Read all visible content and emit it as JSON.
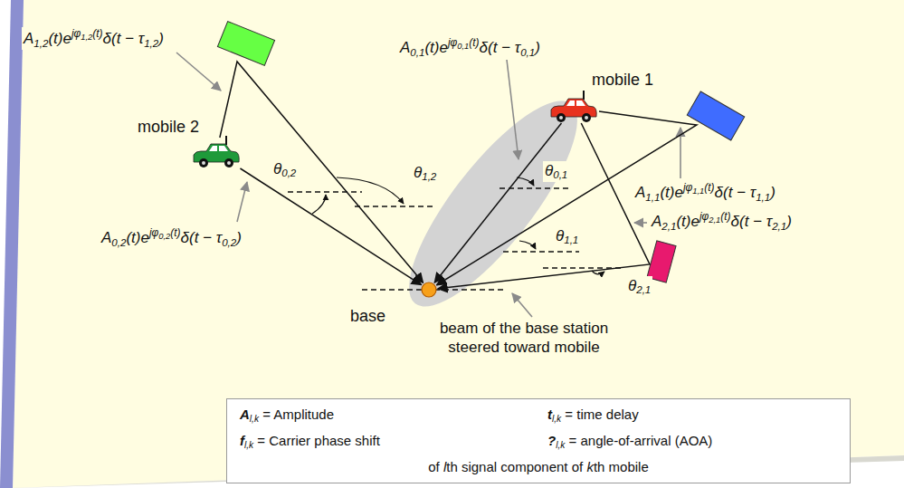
{
  "diagram": {
    "nodes": [
      {
        "text": [
          "mobile 2"
        ]
      },
      {
        "text": [
          "mobile 1"
        ]
      },
      {
        "text": [
          "base"
        ]
      },
      {
        "text": [
          "Al,k = Amplitude",
          "tl,k = time delay",
          "fl,k = Carrier phase shift",
          "?l,k = angle-of-arrival (AOA)",
          "of lth signal component of kth mobile"
        ]
      }
    ],
    "edges": [
      {
        "from": 0,
        "to": 2,
        "arrow": "to"
      },
      {
        "from": 0,
        "to": 2,
        "arrow": "to"
      },
      {
        "from": 1,
        "to": 2,
        "arrow": "to"
      },
      {
        "from": 1,
        "to": 2,
        "arrow": "to"
      },
      {
        "from": 1,
        "to": 2,
        "arrow": "to"
      }
    ],
    "labels": [
      "A1,2(t)ejφ1,2(t)δ(t − τ1,2)",
      "A0,1(t)ejφ0,1(t)δ(t − τ0,1)",
      "θ0,2",
      "θ1,2",
      "θ0,1",
      "A1,1(t)ejφ1,1(t)δ(t − τ1,1)",
      "θ1,1",
      "A2,1(t)ejφ2,1(t)δ(t − τ2,1)",
      "A0,2(t)ejφ0,2(t)δ(t − τ0,2)",
      "θ2,1",
      "beam of the base station steered toward mobile"
    ]
  }
}
